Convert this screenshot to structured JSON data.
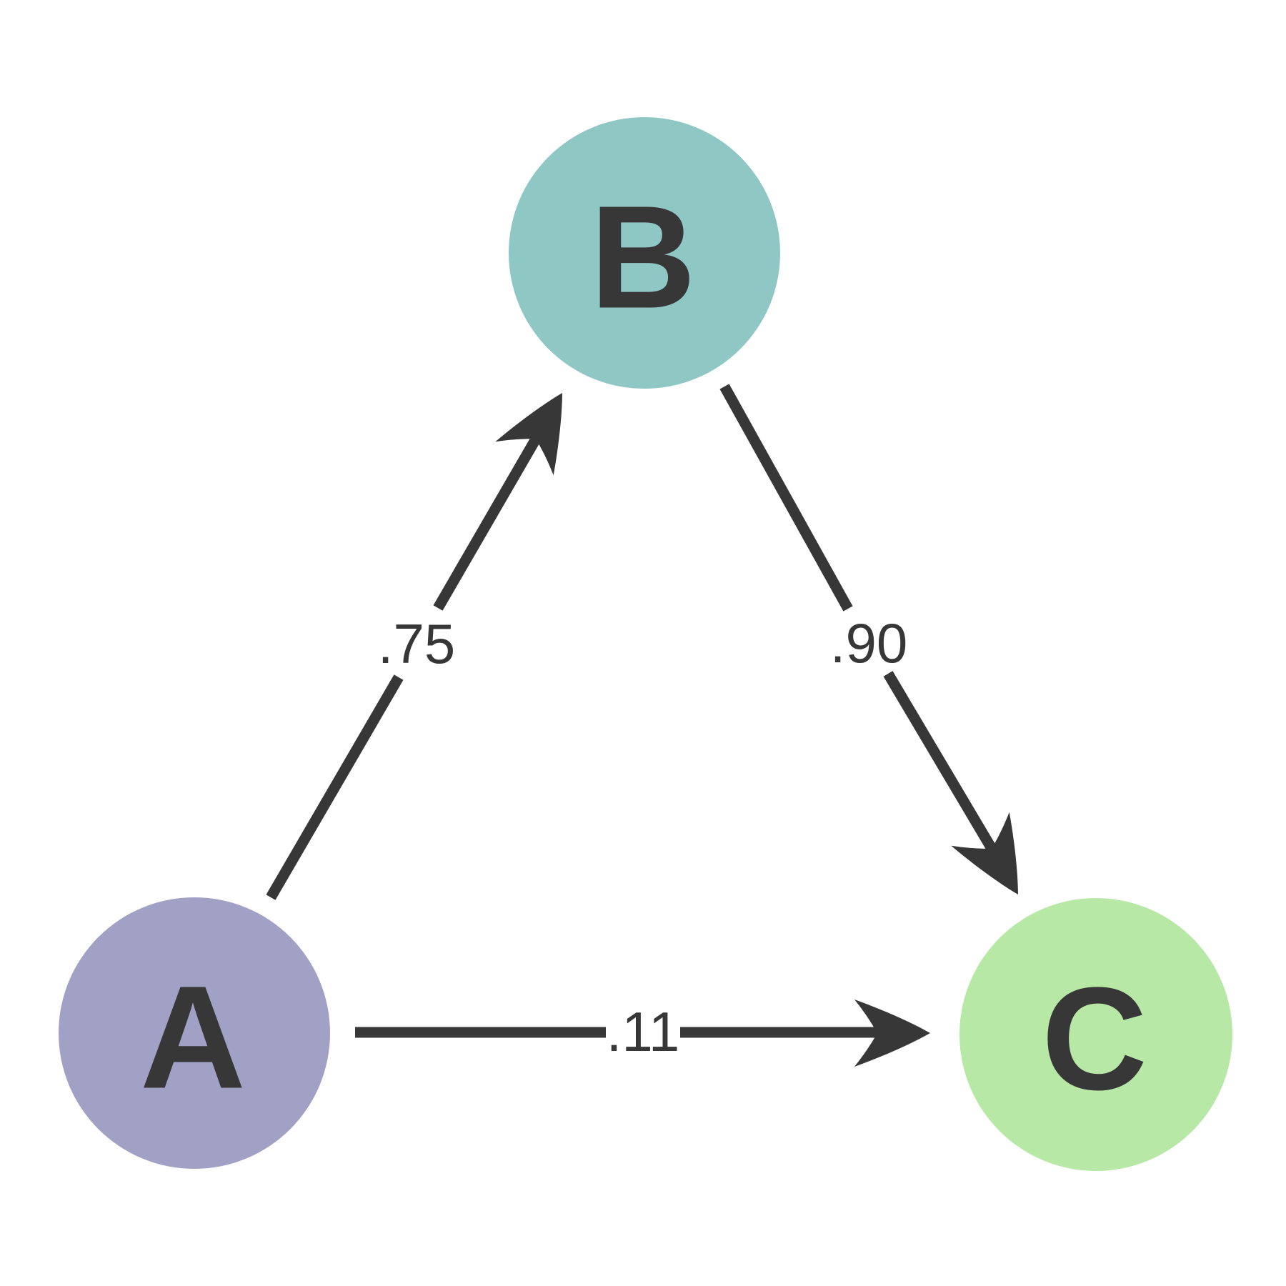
{
  "diagram": {
    "background": "#ffffff",
    "edge_color": "#373737",
    "label_color": "#373737",
    "nodes": [
      {
        "id": "A",
        "label": "A",
        "color": "#a1a1c5",
        "text_color": "#373737"
      },
      {
        "id": "B",
        "label": "B",
        "color": "#8ec7c4",
        "text_color": "#373737"
      },
      {
        "id": "C",
        "label": "C",
        "color": "#b7e8a6",
        "text_color": "#373737"
      }
    ],
    "edges": [
      {
        "from": "A",
        "to": "B",
        "label": ".75"
      },
      {
        "from": "B",
        "to": "C",
        "label": ".90"
      },
      {
        "from": "A",
        "to": "C",
        "label": ".11"
      }
    ]
  }
}
